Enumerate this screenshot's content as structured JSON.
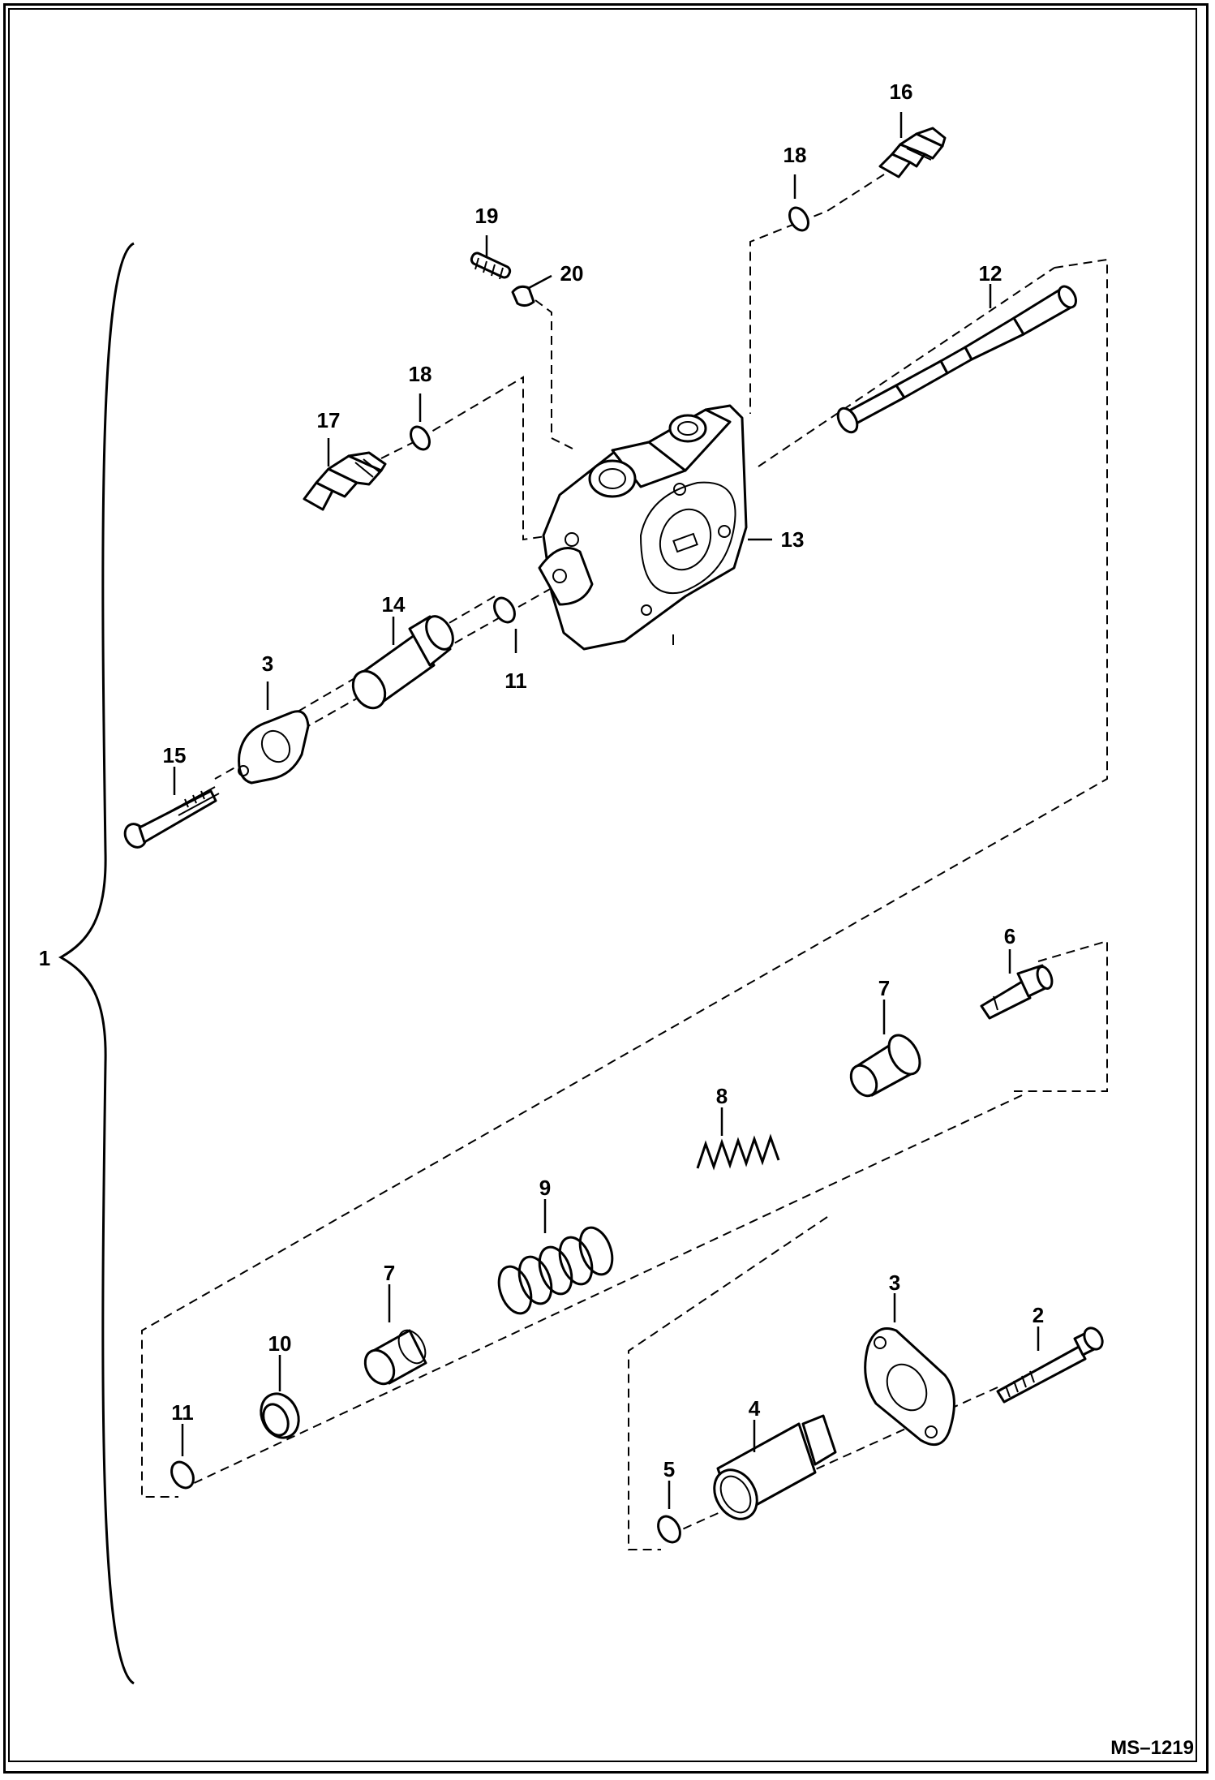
{
  "diagram": {
    "code": "MS–1219",
    "assembly_label": "1",
    "callouts": [
      {
        "id": "c16",
        "label": "16"
      },
      {
        "id": "c18a",
        "label": "18"
      },
      {
        "id": "c19",
        "label": "19"
      },
      {
        "id": "c20",
        "label": "20"
      },
      {
        "id": "c12",
        "label": "12"
      },
      {
        "id": "c18b",
        "label": "18"
      },
      {
        "id": "c17",
        "label": "17"
      },
      {
        "id": "c13",
        "label": "13"
      },
      {
        "id": "c14",
        "label": "14"
      },
      {
        "id": "c11a",
        "label": "11"
      },
      {
        "id": "c3a",
        "label": "3"
      },
      {
        "id": "c15",
        "label": "15"
      },
      {
        "id": "c6",
        "label": "6"
      },
      {
        "id": "c7a",
        "label": "7"
      },
      {
        "id": "c8",
        "label": "8"
      },
      {
        "id": "c9",
        "label": "9"
      },
      {
        "id": "c7b",
        "label": "7"
      },
      {
        "id": "c3b",
        "label": "3"
      },
      {
        "id": "c2",
        "label": "2"
      },
      {
        "id": "c10",
        "label": "10"
      },
      {
        "id": "c11b",
        "label": "11"
      },
      {
        "id": "c4",
        "label": "4"
      },
      {
        "id": "c5",
        "label": "5"
      }
    ]
  }
}
